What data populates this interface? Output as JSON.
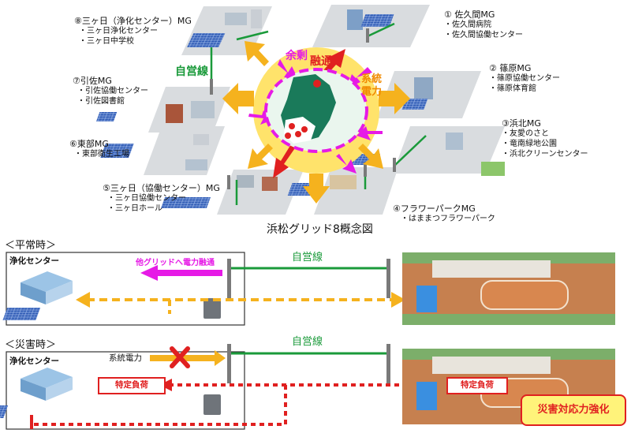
{
  "title": "浜松グリッド8概念図",
  "center": {
    "labels": {
      "surplus": "余剰",
      "interchange": "融通",
      "grid_power": "系統電力",
      "private_line": "自営線"
    },
    "colors": {
      "arrow_orange": "#f5b21e",
      "arrow_magenta": "#e61ae6",
      "arrow_red": "#e02020",
      "green_line": "#1a9a3a"
    }
  },
  "mgs": [
    {
      "id": "mg1",
      "name": "① 佐久間MG",
      "items": [
        "・佐久間病院",
        "・佐久間協働センター"
      ]
    },
    {
      "id": "mg2",
      "name": "② 篠原MG",
      "items": [
        "・篠原協働センター",
        "・篠原体育館"
      ]
    },
    {
      "id": "mg3",
      "name": "③浜北MG",
      "items": [
        "・友愛のさと",
        "・竜南緑地公園",
        "・浜北クリーンセンター"
      ]
    },
    {
      "id": "mg4",
      "name": "④フラワーパークMG",
      "items": [
        "・はままつフラワーパーク"
      ]
    },
    {
      "id": "mg5",
      "name": "⑤三ヶ日（協働センター）MG",
      "items": [
        "・三ヶ日協働センター",
        "・三ヶ日ホール"
      ]
    },
    {
      "id": "mg6",
      "name": "⑥東部MG",
      "items": [
        "・東部衛生工場"
      ]
    },
    {
      "id": "mg7",
      "name": "⑦引佐MG",
      "items": [
        "・引佐協働センター",
        "・引佐図書館"
      ]
    },
    {
      "id": "mg8",
      "name": "⑧三ヶ日（浄化センター）MG",
      "items": [
        "・三ヶ日浄化センター",
        "・三ヶ日中学校"
      ]
    }
  ],
  "normal": {
    "section": "＜平常時＞",
    "facility": "浄化センター",
    "interchange_label": "他グリッドへ電力融通",
    "line_label": "自営線"
  },
  "disaster": {
    "section": "＜災害時＞",
    "facility": "浄化センター",
    "grid_power_label": "系統電力",
    "line_label": "自営線",
    "load_left": "特定負荷",
    "load_right": "特定負荷",
    "strength": "災害対応力強化"
  }
}
